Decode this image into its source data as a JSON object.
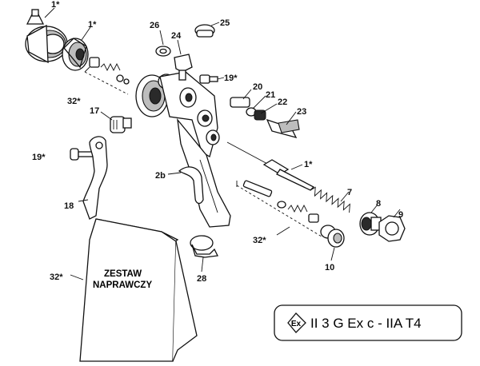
{
  "labels": {
    "p1a": "1*",
    "p1b": "1*",
    "p1c": "1*",
    "p32a": "32*",
    "p32b": "32*",
    "p32c": "32*",
    "p17": "17",
    "p19a": "19*",
    "p19b": "19*",
    "p18": "18",
    "p2b": "2b",
    "p24": "24",
    "p25": "25",
    "p26": "26",
    "p20": "20",
    "p21": "21",
    "p22": "22",
    "p23": "23",
    "p7": "7",
    "p8": "8",
    "p9": "9",
    "p10": "10",
    "p28": "28"
  },
  "repair_kit": {
    "line1": "ZESTAW",
    "line2": "NAPRAWCZY"
  },
  "atex": {
    "symbol": "Ex",
    "text": "II 3 G Ex c - IIA T4"
  }
}
